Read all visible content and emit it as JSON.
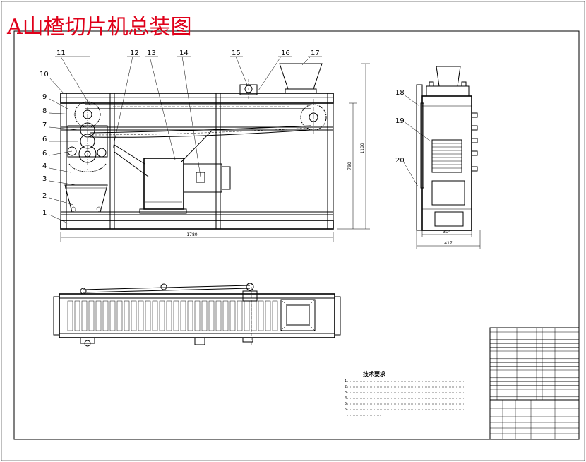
{
  "title": "A山楂切片机总装图",
  "callouts": [
    {
      "id": "1",
      "label": "1"
    },
    {
      "id": "2",
      "label": "2"
    },
    {
      "id": "3",
      "label": "3"
    },
    {
      "id": "4",
      "label": "4"
    },
    {
      "id": "5",
      "label": "6"
    },
    {
      "id": "6",
      "label": "6"
    },
    {
      "id": "7",
      "label": "7"
    },
    {
      "id": "8",
      "label": "8"
    },
    {
      "id": "9",
      "label": "9"
    },
    {
      "id": "10",
      "label": "10"
    },
    {
      "id": "11",
      "label": "11"
    },
    {
      "id": "12",
      "label": "12"
    },
    {
      "id": "13",
      "label": "13"
    },
    {
      "id": "14",
      "label": "14"
    },
    {
      "id": "15",
      "label": "15"
    },
    {
      "id": "16",
      "label": "16"
    },
    {
      "id": "17",
      "label": "17"
    },
    {
      "id": "18",
      "label": "18"
    },
    {
      "id": "19",
      "label": "19"
    },
    {
      "id": "20",
      "label": "20"
    }
  ],
  "dimensions": {
    "front_width": "1780",
    "front_height": "1100",
    "front_inner_height": "790",
    "side_inner_width": "304",
    "side_outer_width": "417"
  },
  "notes": {
    "title": "技术要求",
    "items": [
      "1.",
      "2.",
      "3.",
      "4.",
      "5.",
      "6."
    ]
  },
  "colors": {
    "title": "#e0001a",
    "lines": "#000000",
    "background": "#ffffff"
  }
}
